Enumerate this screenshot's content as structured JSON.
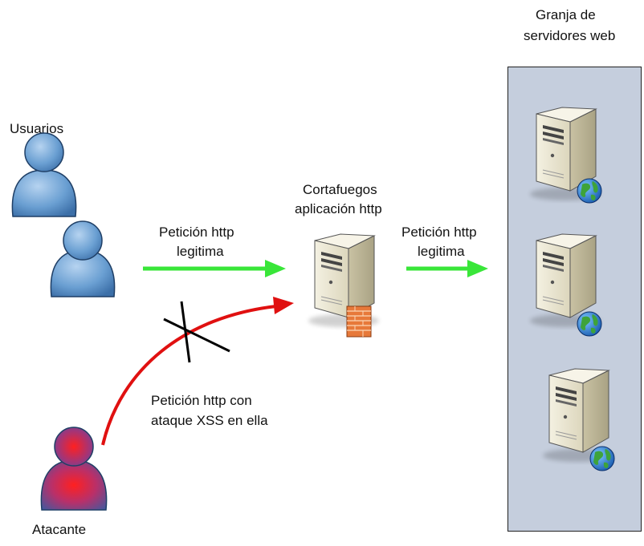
{
  "labels": {
    "users": "Usuarios",
    "attacker": "Atacante",
    "firewall_line1": "Cortafuegos",
    "firewall_line2": "aplicación http",
    "farm_line1": "Granja de",
    "farm_line2": "servidores web",
    "legit_request_line1": "Petición http",
    "legit_request_line2": "legitima",
    "forward_request_line1": "Petición http",
    "forward_request_line2": "legitima",
    "xss_request_line1": "Petición http con",
    "xss_request_line2": "ataque XSS en ella"
  },
  "colors": {
    "legit_arrow": "#39e639",
    "attack_arrow": "#e01010",
    "user_body": "#6a9fd2",
    "attacker_glow": "#e01515",
    "farm_background": "#c5cedd",
    "block_mark": "#000000"
  },
  "icons": {
    "user": "user-icon",
    "attacker": "attacker-icon",
    "firewall": "firewall-server-icon",
    "server": "web-server-icon",
    "block": "block-x-icon"
  }
}
